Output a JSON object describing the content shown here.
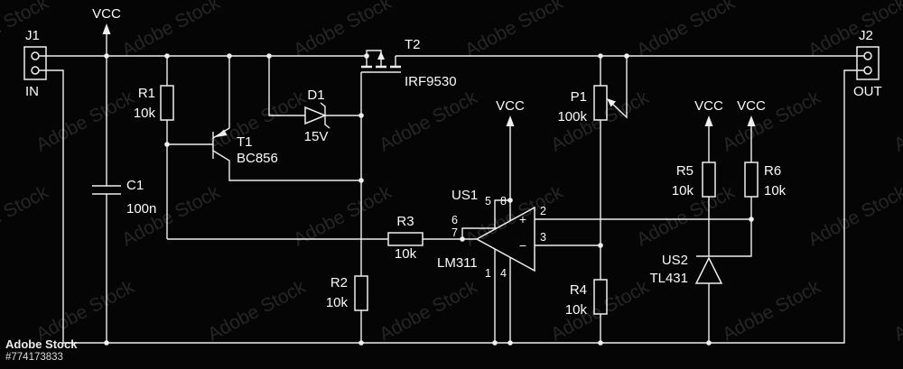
{
  "schematic": {
    "power_label": "VCC",
    "connectors": {
      "j1": {
        "ref": "J1",
        "label": "IN"
      },
      "j2": {
        "ref": "J2",
        "label": "OUT"
      }
    },
    "parts": {
      "r1": {
        "ref": "R1",
        "value": "10k"
      },
      "r2": {
        "ref": "R2",
        "value": "10k"
      },
      "r3": {
        "ref": "R3",
        "value": "10k"
      },
      "r4": {
        "ref": "R4",
        "value": "10k"
      },
      "r5": {
        "ref": "R5",
        "value": "10k"
      },
      "r6": {
        "ref": "R6",
        "value": "10k"
      },
      "p1": {
        "ref": "P1",
        "value": "100k"
      },
      "c1": {
        "ref": "C1",
        "value": "100n"
      },
      "d1": {
        "ref": "D1",
        "value": "15V"
      },
      "t1": {
        "ref": "T1",
        "value": "BC856"
      },
      "t2": {
        "ref": "T2",
        "value": "IRF9530"
      }
    },
    "ics": {
      "us1": {
        "ref": "US1",
        "value": "LM311",
        "plus": "+",
        "minus": "−",
        "pins": {
          "p1": "1",
          "p2": "2",
          "p3": "3",
          "p4": "4",
          "p5": "5",
          "p6": "6",
          "p7": "7",
          "p8": "8"
        }
      },
      "us2": {
        "ref": "US2",
        "value": "TL431"
      }
    }
  },
  "watermark": {
    "tile_text": "Adobe Stock",
    "badge_title": "Adobe Stock",
    "badge_id": "#774173833"
  }
}
